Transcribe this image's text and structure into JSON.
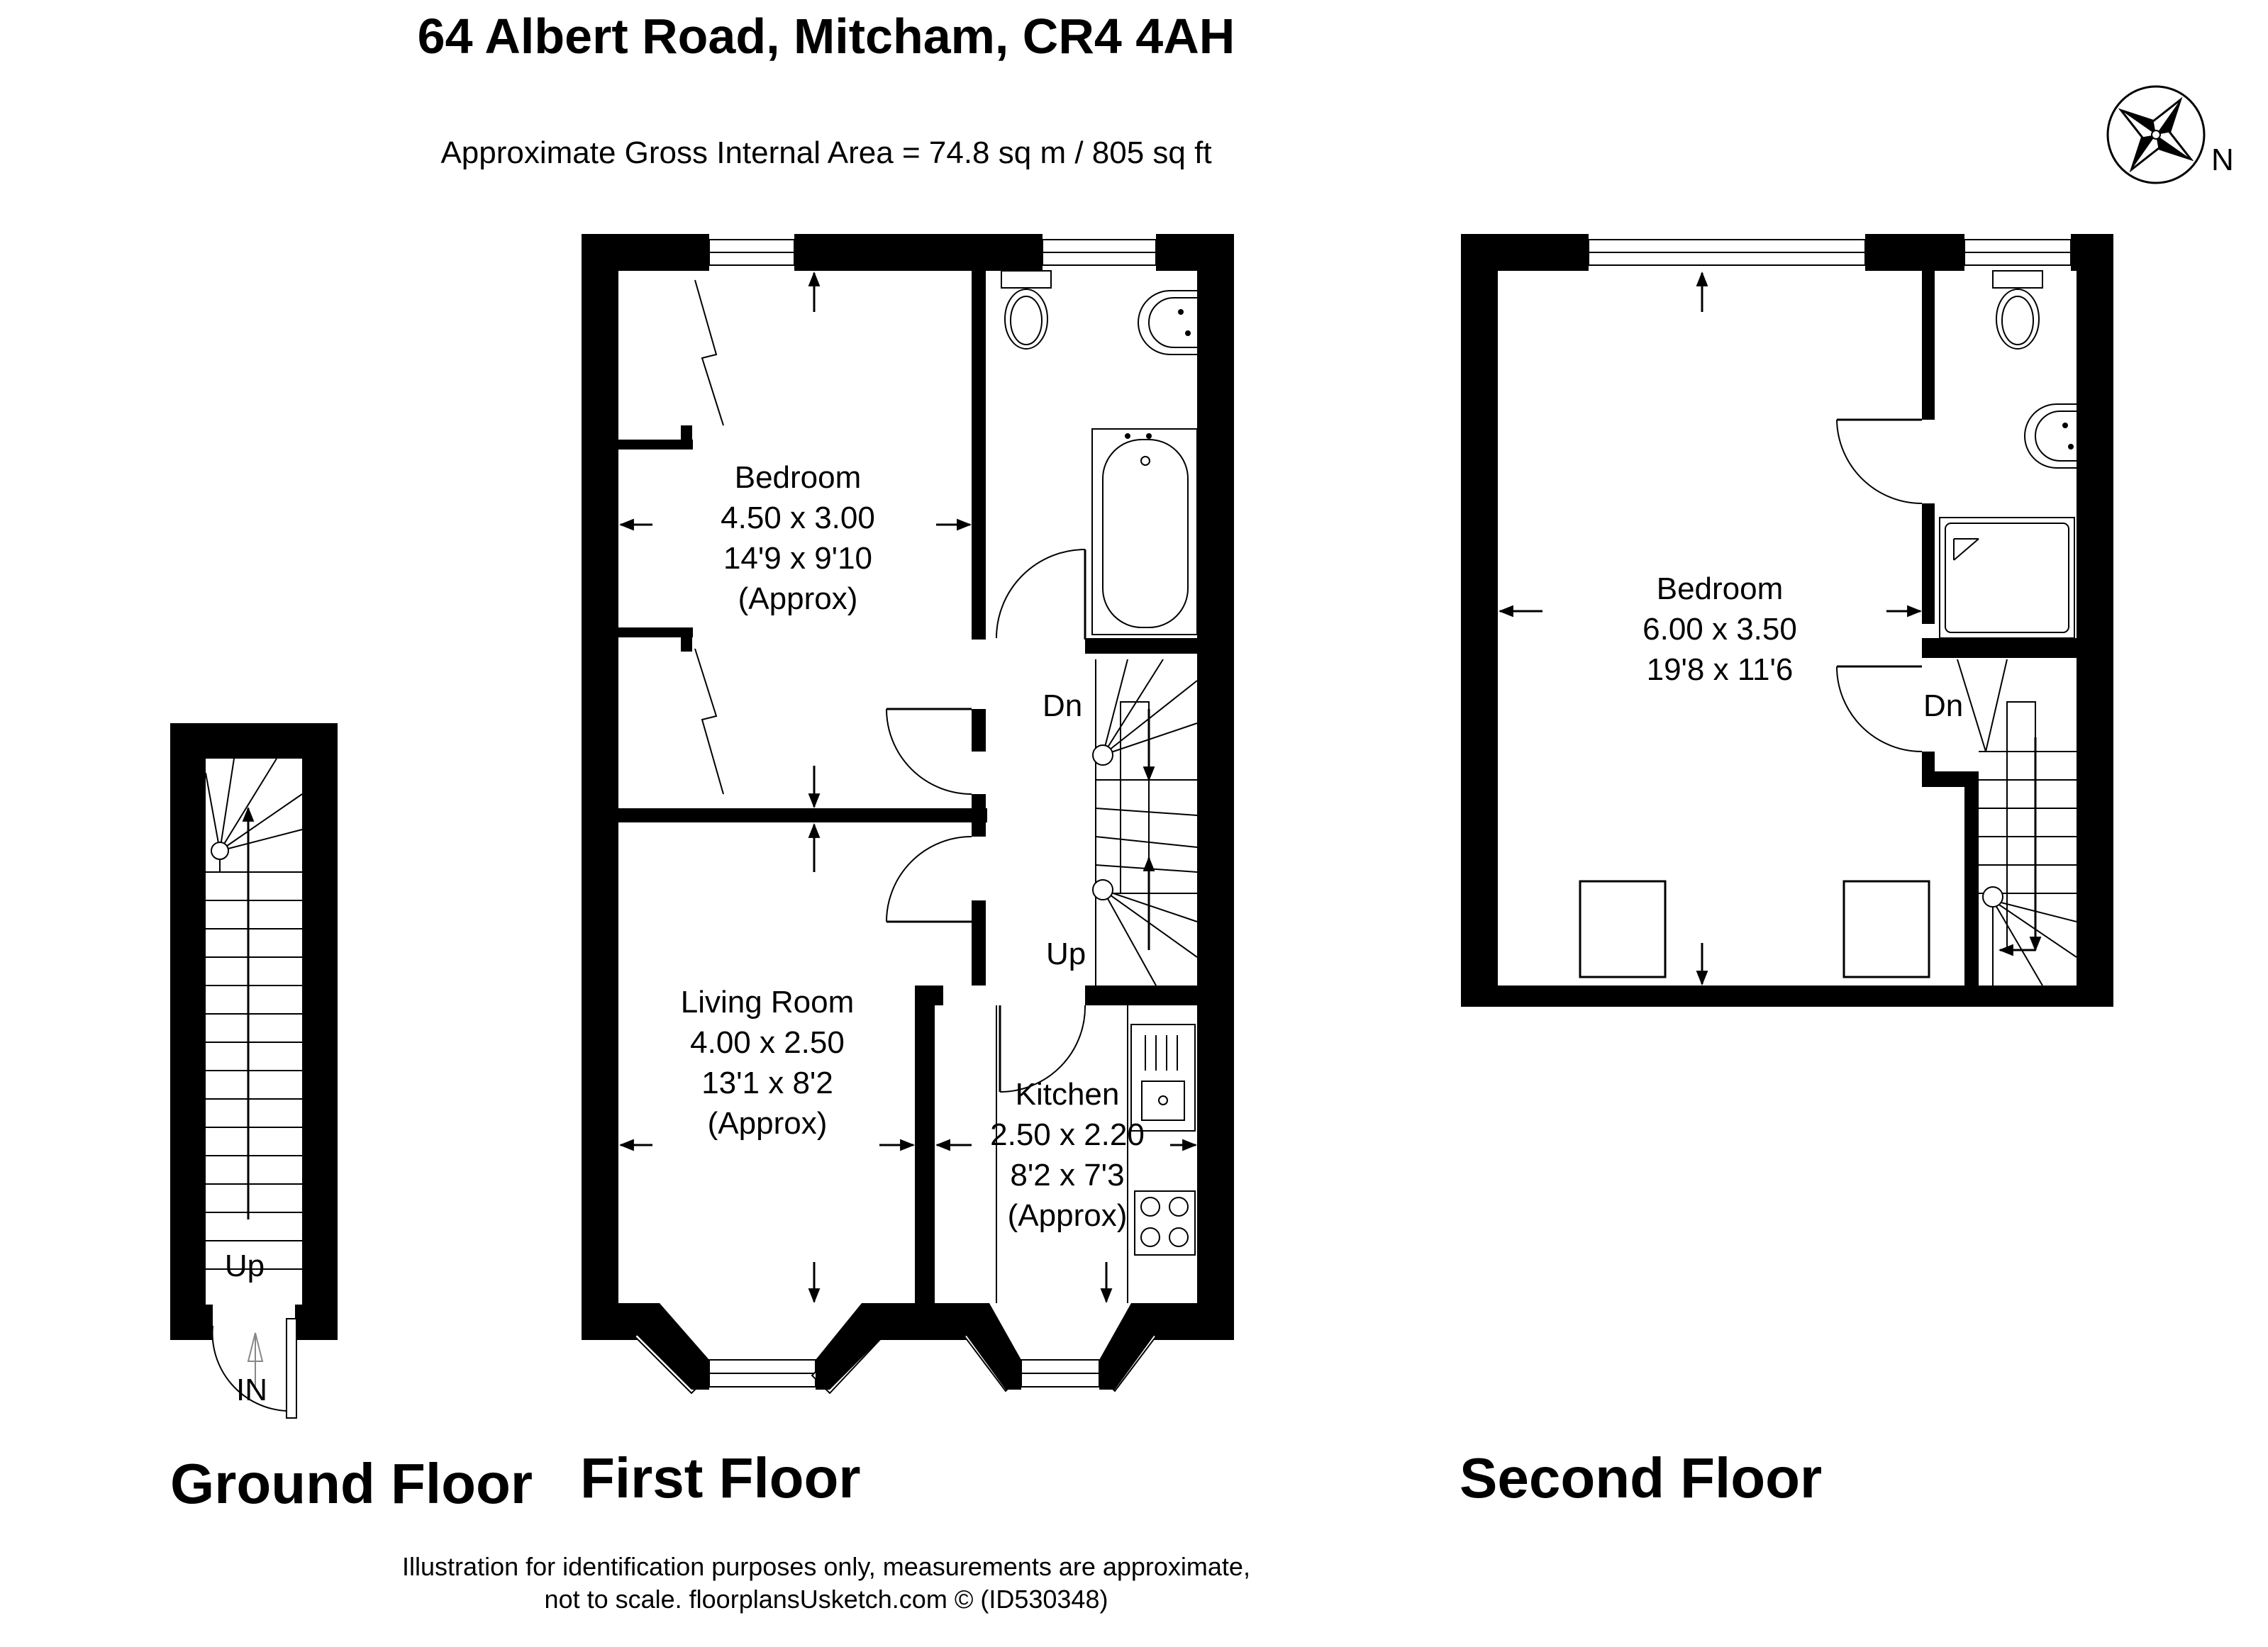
{
  "header": {
    "address": "64 Albert Road, Mitcham, CR4 4AH",
    "area": "Approximate Gross Internal Area = 74.8 sq m / 805 sq ft"
  },
  "compass": {
    "label": "N",
    "icon": "compass-rose-icon"
  },
  "floors": {
    "ground": {
      "name": "Ground Floor",
      "stair_label": "Up",
      "entrance_label": "IN"
    },
    "first": {
      "name": "First Floor",
      "stair_down_label": "Dn",
      "stair_up_label": "Up",
      "bedroom": {
        "name": "Bedroom",
        "metric": "4.50 x 3.00",
        "imperial": "14'9 x 9'10",
        "note": "(Approx)"
      },
      "living": {
        "name": "Living Room",
        "metric": "4.00 x 2.50",
        "imperial": "13'1 x 8'2",
        "note": "(Approx)"
      },
      "kitchen": {
        "name": "Kitchen",
        "metric": "2.50 x 2.20",
        "imperial": "8'2 x 7'3",
        "note": "(Approx)"
      }
    },
    "second": {
      "name": "Second Floor",
      "stair_down_label": "Dn",
      "bedroom": {
        "name": "Bedroom",
        "metric": "6.00 x 3.50",
        "imperial": "19'8 x 11'6"
      }
    }
  },
  "footer": {
    "line1": "Illustration for identification purposes only, measurements are approximate,",
    "line2": "not to scale. floorplansUsketch.com © (ID530348)"
  }
}
